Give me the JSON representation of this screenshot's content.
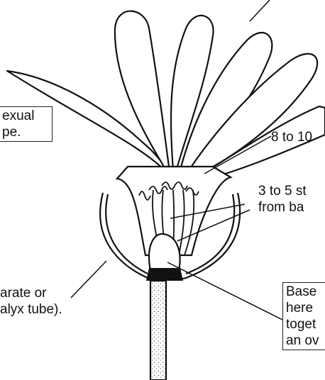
{
  "labels": {
    "bisexual": [
      "exual",
      "pe."
    ],
    "petals": "8 to 10",
    "stamens": [
      "3 to 5 st",
      "from ba"
    ],
    "calyx": [
      "arate or",
      "alyx tube)."
    ],
    "ovary": [
      "Base",
      "here",
      "toget",
      "an ov"
    ]
  }
}
